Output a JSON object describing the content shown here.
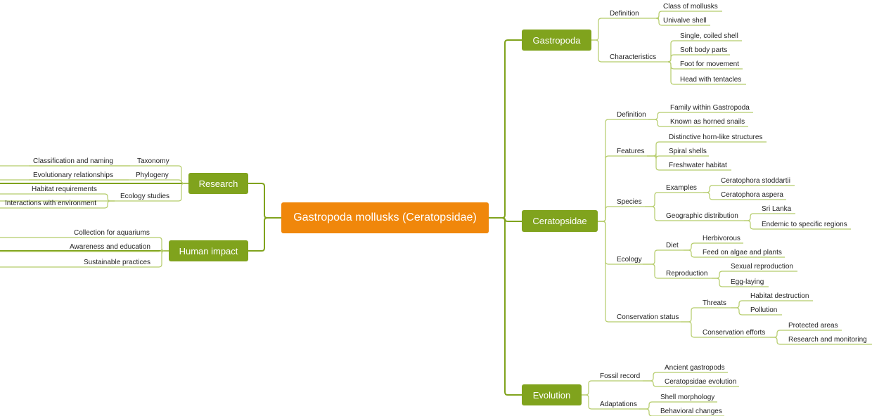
{
  "colors": {
    "root": "#f0870b",
    "branch": "#80a31d",
    "line": "#80a31d",
    "thin_line": "#b5cc6a",
    "text": "#222222"
  },
  "root": {
    "label": "Gastropoda mollusks (Ceratopsidae)"
  },
  "branches": {
    "gastropoda": {
      "label": "Gastropoda",
      "definition": {
        "label": "Definition",
        "items": [
          "Class of mollusks",
          "Univalve shell"
        ]
      },
      "characteristics": {
        "label": "Characteristics",
        "items": [
          "Single, coiled shell",
          "Soft body parts",
          "Foot for movement",
          "Head with tentacles"
        ]
      }
    },
    "ceratopsidae": {
      "label": "Ceratopsidae",
      "definition": {
        "label": "Definition",
        "items": [
          "Family within Gastropoda",
          "Known as horned snails"
        ]
      },
      "features": {
        "label": "Features",
        "items": [
          "Distinctive horn-like structures",
          "Spiral shells",
          "Freshwater habitat"
        ]
      },
      "species": {
        "label": "Species",
        "examples": {
          "label": "Examples",
          "items": [
            "Ceratophora stoddartii",
            "Ceratophora aspera"
          ]
        },
        "distribution": {
          "label": "Geographic distribution",
          "items": [
            "Sri Lanka",
            "Endemic to specific regions"
          ]
        }
      },
      "ecology": {
        "label": "Ecology",
        "diet": {
          "label": "Diet",
          "items": [
            "Herbivorous",
            "Feed on algae and plants"
          ]
        },
        "reproduction": {
          "label": "Reproduction",
          "items": [
            "Sexual reproduction",
            "Egg-laying"
          ]
        }
      },
      "conservation": {
        "label": "Conservation status",
        "threats": {
          "label": "Threats",
          "items": [
            "Habitat destruction",
            "Pollution"
          ]
        },
        "efforts": {
          "label": "Conservation efforts",
          "items": [
            "Protected areas",
            "Research and monitoring"
          ]
        }
      }
    },
    "evolution": {
      "label": "Evolution",
      "fossil": {
        "label": "Fossil record",
        "items": [
          "Ancient gastropods",
          "Ceratopsidae evolution"
        ]
      },
      "adaptations": {
        "label": "Adaptations",
        "items": [
          "Shell morphology",
          "Behavioral changes"
        ]
      }
    },
    "research": {
      "label": "Research",
      "taxonomy": {
        "label": "Taxonomy",
        "items": [
          "Classification and naming"
        ]
      },
      "phylogeny": {
        "label": "Phylogeny",
        "items": [
          "Evolutionary relationships"
        ]
      },
      "ecology": {
        "label": "Ecology studies",
        "items": [
          "Habitat requirements",
          "Interactions with environment"
        ]
      }
    },
    "human_impact": {
      "label": "Human impact",
      "items": [
        "Collection for aquariums",
        "Awareness and education",
        "Sustainable practices"
      ]
    }
  }
}
